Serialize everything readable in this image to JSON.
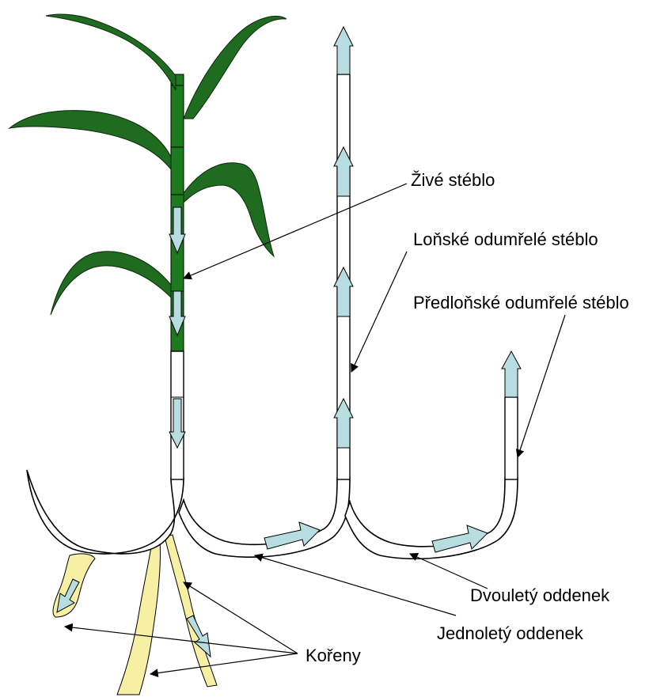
{
  "labels": {
    "zive_steblo": "Živé stéblo",
    "lonske_steblo": "Loňské odumřelé stéblo",
    "predlonske_steblo": "Předloňské odumřelé stéblo",
    "dvoulety_oddenek": "Dvouletý oddenek",
    "jednolety_oddenek": "Jednoletý oddenek",
    "koreny": "Kořeny"
  },
  "colors": {
    "leaf_green": "#1f6b1f",
    "stem_green": "#1e7a1e",
    "root_yellow": "#f7f0a4",
    "arrow_fill": "#b8dde0",
    "outline": "#000000"
  }
}
